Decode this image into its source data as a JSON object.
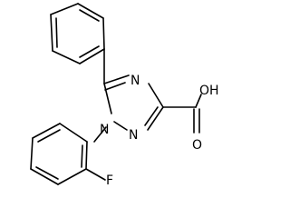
{
  "molecule": {
    "atoms": {
      "n_triazole_top": "N",
      "n_triazole_bottom": "N",
      "n_triazole_1": "N",
      "oh_group": "OH",
      "carbonyl_oxygen": "O",
      "fluorine": "F"
    }
  },
  "colors": {
    "bond": "#000000",
    "text": "#000000",
    "background": "#ffffff"
  }
}
